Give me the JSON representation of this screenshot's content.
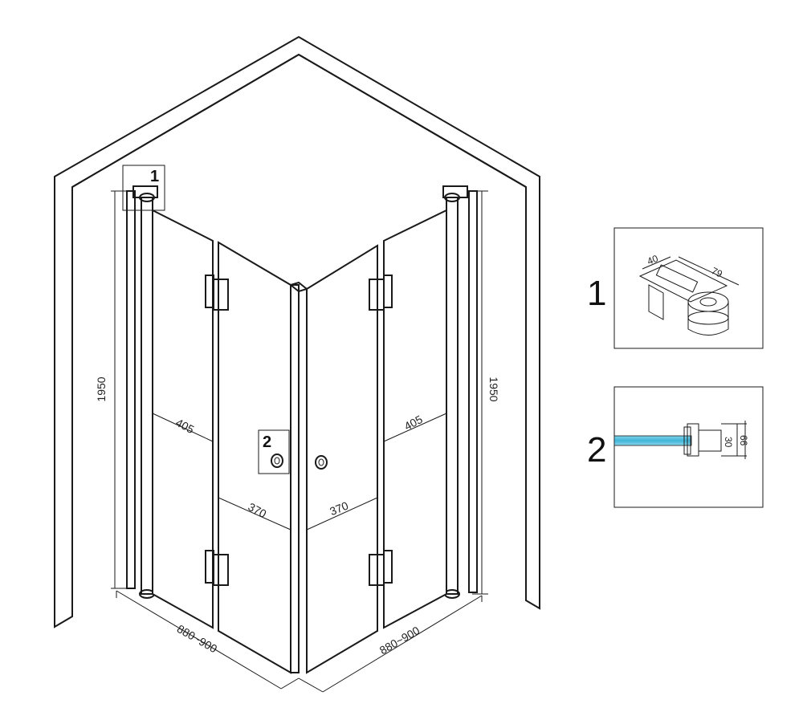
{
  "dimensions": {
    "height_left": "1950",
    "height_right": "1950",
    "panel_left_outer": "405",
    "panel_right_outer": "405",
    "panel_left_inner": "370",
    "panel_right_inner": "370",
    "width_left": "880~900",
    "width_right": "880~900"
  },
  "callouts": {
    "hinge_label": "1",
    "handle_label": "2"
  },
  "details": {
    "detail1": {
      "label": "1",
      "dim_a": "40",
      "dim_b": "79"
    },
    "detail2": {
      "label": "2",
      "dim_a": "30",
      "dim_b": "66"
    }
  },
  "colors": {
    "line": "#1a1a1a",
    "glass_accent": "#3fb6d9"
  }
}
